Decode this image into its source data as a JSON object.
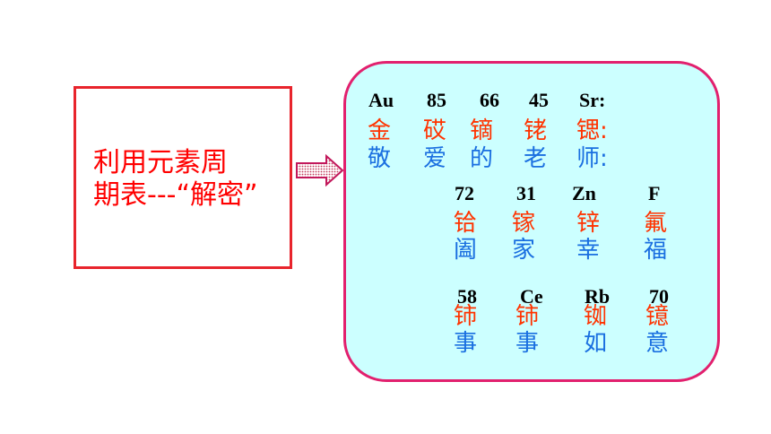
{
  "left": {
    "line1": "利用元素周",
    "line2": "期表---“解密”"
  },
  "row1": {
    "symbols": [
      "Au",
      "85",
      "66",
      "45",
      "Sr:"
    ],
    "elements": [
      "金",
      "砹",
      "镝",
      "铑",
      "锶:"
    ],
    "phrase": [
      "敬",
      "爱",
      "的",
      "老",
      "师:"
    ]
  },
  "row2": {
    "symbols": [
      "72",
      "31",
      "Zn",
      "F"
    ],
    "elements": [
      "铪",
      "镓",
      "锌",
      "氟"
    ],
    "phrase": [
      "阖",
      "家",
      "幸",
      "福"
    ]
  },
  "row3": {
    "symbols": [
      "58",
      "Ce",
      "Rb",
      "70"
    ],
    "elements": [
      "铈",
      "铈",
      "铷",
      "镱"
    ],
    "phrase": [
      "事",
      "事",
      "如",
      "意"
    ]
  },
  "colors": {
    "border_left": "#e8242c",
    "panel_bg": "#ccffff",
    "panel_border": "#e2206e",
    "element_text": "#ff3300",
    "phrase_text": "#1a6fe0"
  }
}
